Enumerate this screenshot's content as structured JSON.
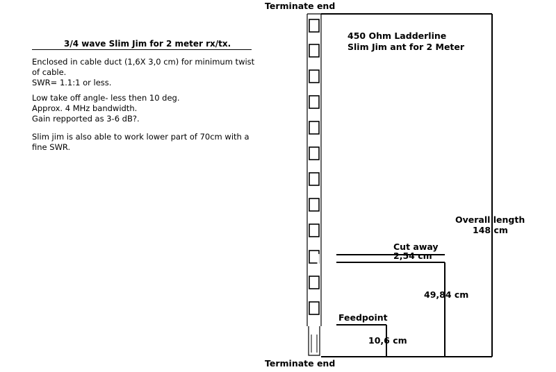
{
  "labels": {
    "terminate_top": "Terminate end",
    "terminate_bottom": "Terminate end",
    "ladderline_line1": "450 Ohm Ladderline",
    "ladderline_line2": "Slim Jim ant for 2 Meter",
    "overall_length_line1": "Overall length",
    "overall_length_line2": "148 cm",
    "cut_away_line1": "Cut away",
    "cut_away_line2": "2,54 cm",
    "section_length": "49,84 cm",
    "feedpoint": "Feedpoint",
    "feedpoint_length": "10,6 cm"
  },
  "description": {
    "title": "3/4 wave Slim Jim for 2 meter rx/tx.",
    "para1_line1": "Enclosed in cable duct (1,6X 3,0 cm) for minimum twist",
    "para1_line2": "of cable.",
    "para1_line3": "SWR= 1.1:1 or less.",
    "para2_line1": "Low take off angle- less then 10 deg.",
    "para2_line2": "Approx. 4 MHz bandwidth.",
    "para2_line3": "Gain repported as 3-6 dB?.",
    "para3_line1": "Slim jim is also able to work lower part of 70cm with a",
    "para3_line2": "fine SWR."
  },
  "colors": {
    "line": "#000000",
    "background": "#ffffff"
  }
}
